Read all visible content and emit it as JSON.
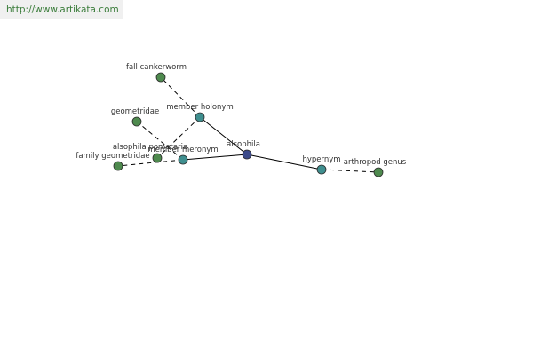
{
  "header": {
    "site_link": "http://www.artikata.com"
  },
  "graph": {
    "colors": {
      "leaf": "#4e8a4e",
      "relation": "#3f8f8f",
      "center": "#3c4a8a"
    },
    "nodes": [
      {
        "id": "alsophila",
        "label": "alsophila",
        "kind": "center"
      },
      {
        "id": "member-holonym",
        "label": "member holonym",
        "kind": "relation"
      },
      {
        "id": "member-meronym",
        "label": "member meronym",
        "kind": "relation"
      },
      {
        "id": "hypernym",
        "label": "hypernym",
        "kind": "relation"
      },
      {
        "id": "fall-cankerworm",
        "label": "fall cankerworm",
        "kind": "leaf"
      },
      {
        "id": "geometridae",
        "label": "geometridae",
        "kind": "leaf"
      },
      {
        "id": "alsophila-pometaria",
        "label": "alsophila pometaria",
        "kind": "leaf"
      },
      {
        "id": "family-geometridae",
        "label": "family geometridae",
        "kind": "leaf"
      },
      {
        "id": "arthropod-genus",
        "label": "arthropod genus",
        "kind": "leaf"
      }
    ],
    "edges": [
      {
        "from": "alsophila",
        "to": "member-holonym",
        "style": "solid"
      },
      {
        "from": "alsophila",
        "to": "member-meronym",
        "style": "solid"
      },
      {
        "from": "alsophila",
        "to": "hypernym",
        "style": "solid"
      },
      {
        "from": "member-holonym",
        "to": "fall-cankerworm",
        "style": "dashed"
      },
      {
        "from": "member-holonym",
        "to": "alsophila-pometaria",
        "style": "dashed"
      },
      {
        "from": "member-meronym",
        "to": "geometridae",
        "style": "dashed"
      },
      {
        "from": "member-meronym",
        "to": "family-geometridae",
        "style": "dashed"
      },
      {
        "from": "hypernym",
        "to": "arthropod-genus",
        "style": "dashed"
      }
    ]
  }
}
